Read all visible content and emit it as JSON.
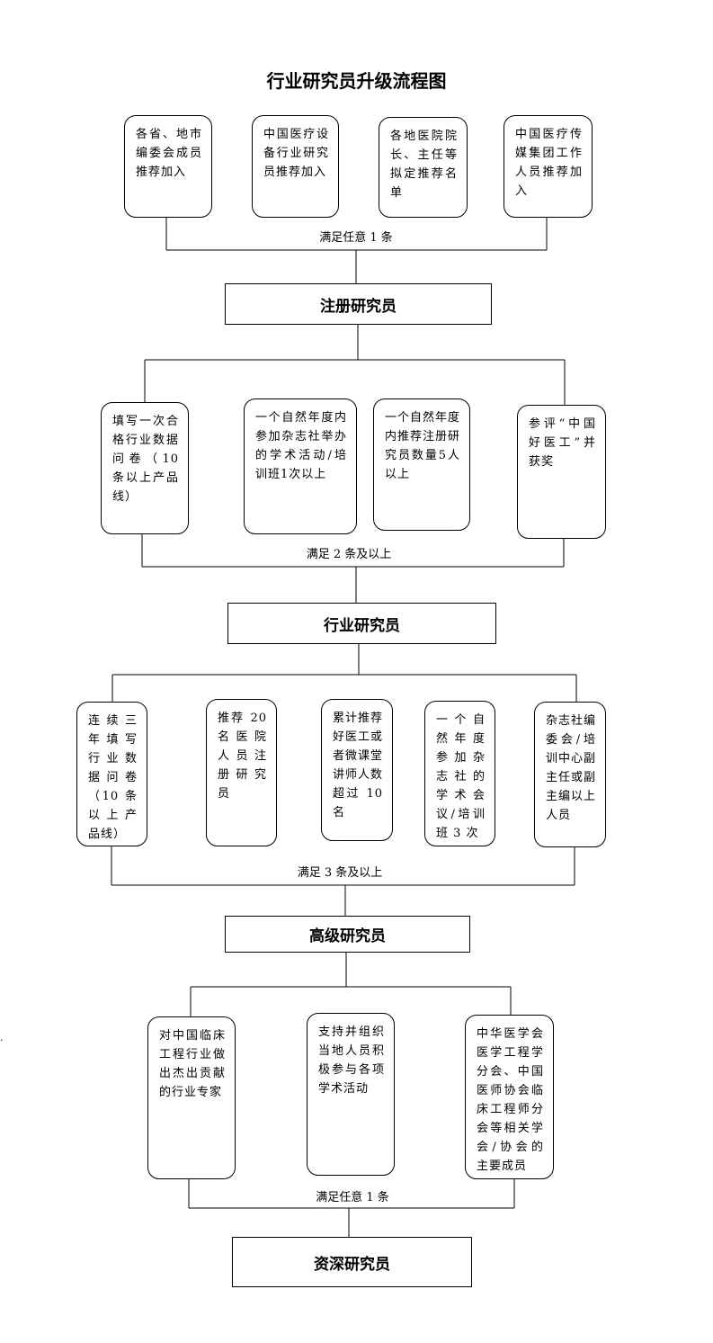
{
  "title": "行业研究员升级流程图",
  "levels": {
    "registered": "注册研究员",
    "industry": "行业研究员",
    "senior": "高级研究员",
    "veteran": "资深研究员"
  },
  "stage1": {
    "options": [
      "各省、地市编委会成员推荐加入",
      "中国医疗设备行业研究员推荐加入",
      "各地医院院长、主任等拟定推荐名单",
      "中国医疗传媒集团工作人员推荐加入"
    ],
    "condition": "满足任意 1 条"
  },
  "stage2": {
    "options": [
      "填写一次合格行业数据问卷（10 条以上产品线）",
      "一个自然年度内参加杂志社举办的学术活动/培训班1次以上",
      "一个自然年度内推荐注册研究员数量5人以上",
      "参评“中国好医工”并获奖"
    ],
    "condition": "满足 2 条及以上"
  },
  "stage3": {
    "options": [
      "连续三年填写行业数据问卷（10 条以上产品线）",
      "推荐 20 名医院人员注册研究员",
      "累计推荐好医工或者微课堂讲师人数超过 10名",
      "一个自然年度参加杂志社的学术会议/培训班 3 次",
      "杂志社编委会/培训中心副主任或副主编以上人员"
    ],
    "condition": "满足 3 条及以上"
  },
  "stage4": {
    "options": [
      "对中国临床工程行业做出杰出贡献的行业专家",
      "支持并组织当地人员积极参与各项学术活动",
      "中华医学会医学工程学分会、中国医师协会临床工程师分会等相关学会/协会的主要成员"
    ],
    "condition": "满足任意 1 条"
  },
  "stray_mark": "·"
}
